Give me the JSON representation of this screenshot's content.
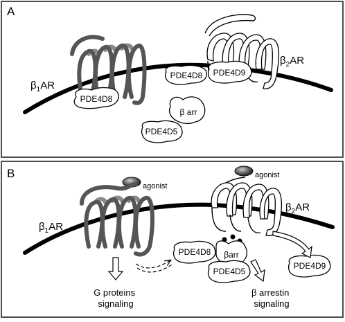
{
  "panel_a": {
    "label": "A",
    "beta1_receptor": {
      "prefix": "β",
      "subscript": "1",
      "suffix": "AR"
    },
    "beta2_receptor": {
      "prefix": "β",
      "subscript": "2",
      "suffix": "AR"
    },
    "pde4d8_beta1": "PDE4D8",
    "pde4d8_beta2": "PDE4D8",
    "pde4d9": "PDE4D9",
    "beta_arrestin": "β arr",
    "pde4d5": "PDE4D5"
  },
  "panel_b": {
    "label": "B",
    "agonist_left": "agonist",
    "agonist_right": "agonist",
    "beta1_receptor": {
      "prefix": "β",
      "subscript": "1",
      "suffix": "AR"
    },
    "beta2_receptor": {
      "prefix": "β",
      "subscript": "2",
      "suffix": "AR"
    },
    "pde4d8": "PDE4D8",
    "beta_arrestin": "βarr",
    "pde4d5": "PDE4D5",
    "pde4d9": "PDE4D9",
    "g_protein_signaling": [
      "G proteins",
      "signaling"
    ],
    "arrestin_signaling": [
      "β arrestin",
      "signaling"
    ]
  }
}
